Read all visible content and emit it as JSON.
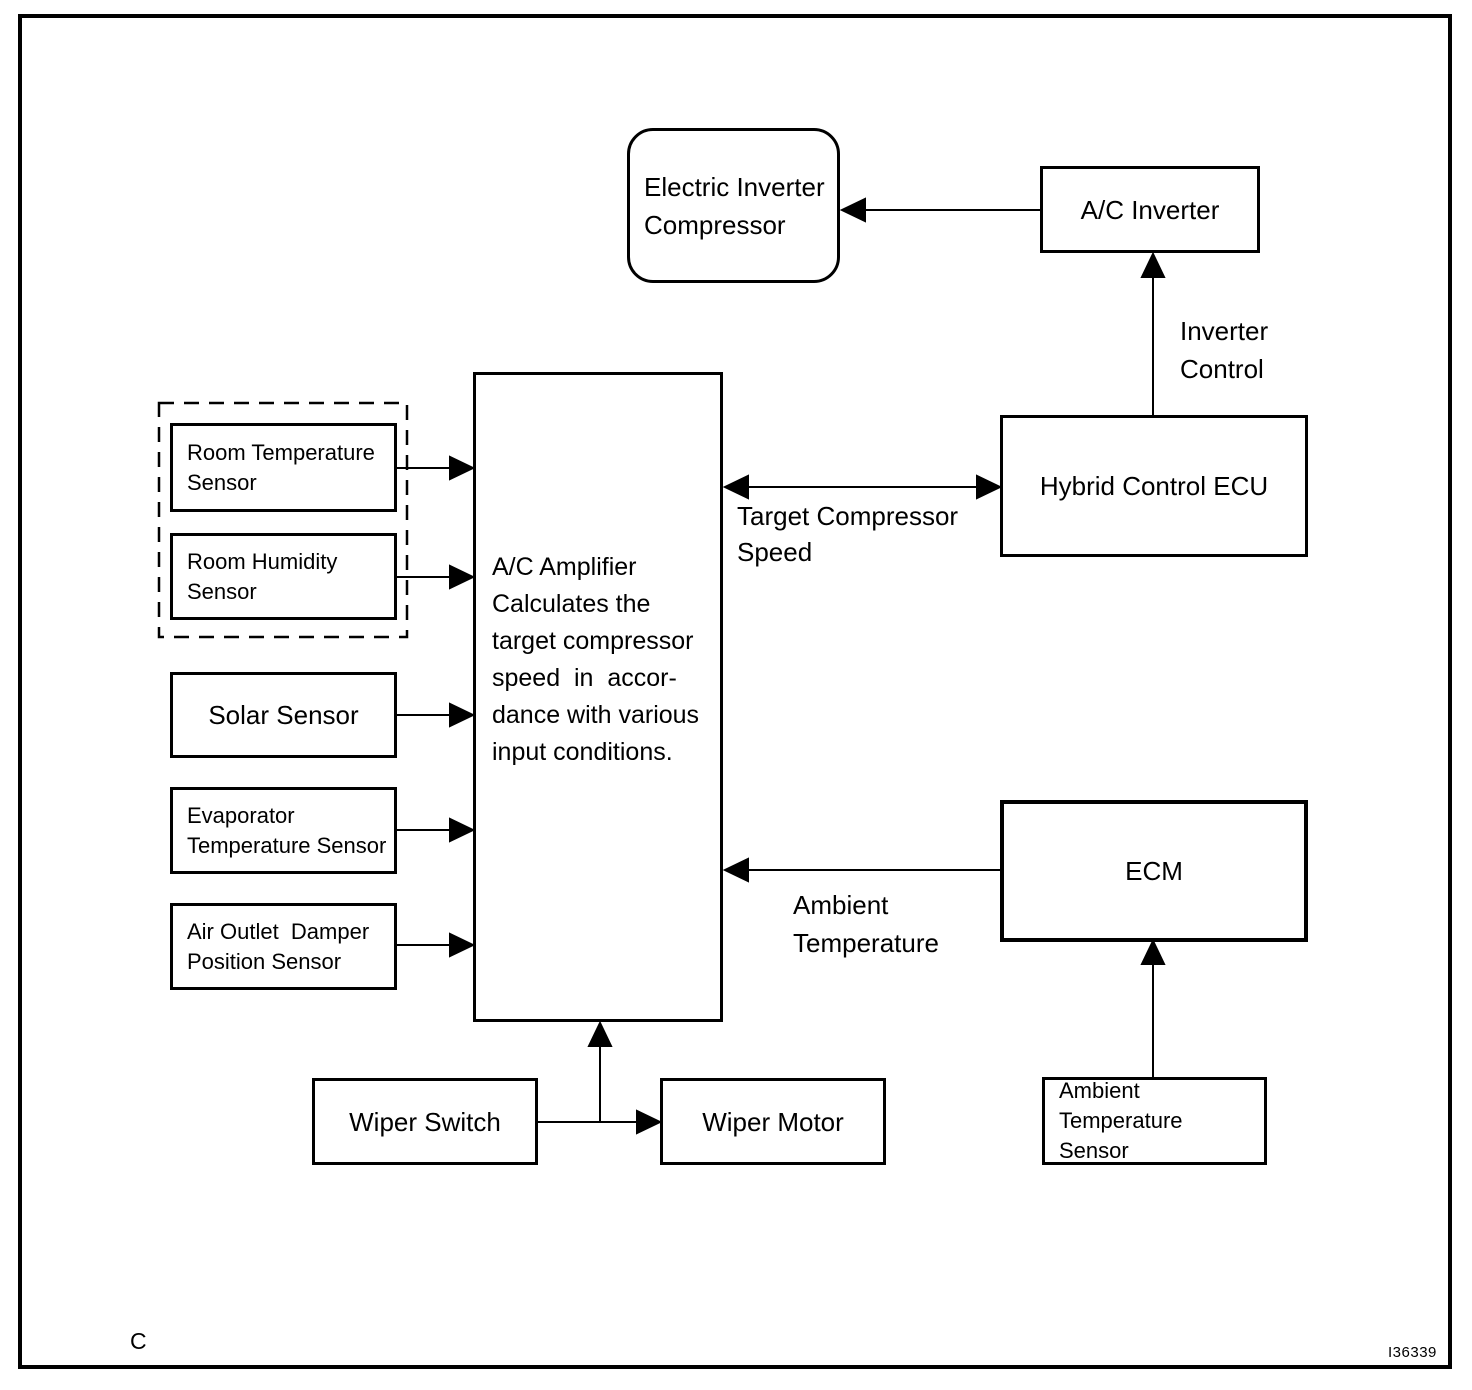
{
  "diagram": {
    "title_hint": "A/C compressor control block diagram",
    "figure_label": "C",
    "figure_code": "I36339",
    "colors": {
      "line": "#000000",
      "background": "#ffffff"
    },
    "boxes": {
      "electric_inverter_compressor": "Electric Inverter\nCompressor",
      "ac_inverter": "A/C Inverter",
      "hybrid_control_ecu": "Hybrid Control ECU",
      "ac_amplifier": "A/C Amplifier\nCalculates the\ntarget compressor\nspeed  in  accor-\ndance with various\ninput conditions.",
      "room_temperature_sensor": "Room Temperature\nSensor",
      "room_humidity_sensor": "Room Humidity\nSensor",
      "solar_sensor": "Solar Sensor",
      "evaporator_temperature_sensor": "Evaporator\nTemperature Sensor",
      "air_outlet_damper_position_sensor": "Air Outlet  Damper\nPosition Sensor",
      "wiper_switch": "Wiper Switch",
      "wiper_motor": "Wiper Motor",
      "ecm": "ECM",
      "ambient_temperature_sensor": "Ambient Temperature\nSensor"
    },
    "labels": {
      "inverter_control": "Inverter\nControl",
      "target_compressor_speed": "Target Compressor\nSpeed",
      "ambient_temperature": "Ambient\nTemperature"
    }
  }
}
